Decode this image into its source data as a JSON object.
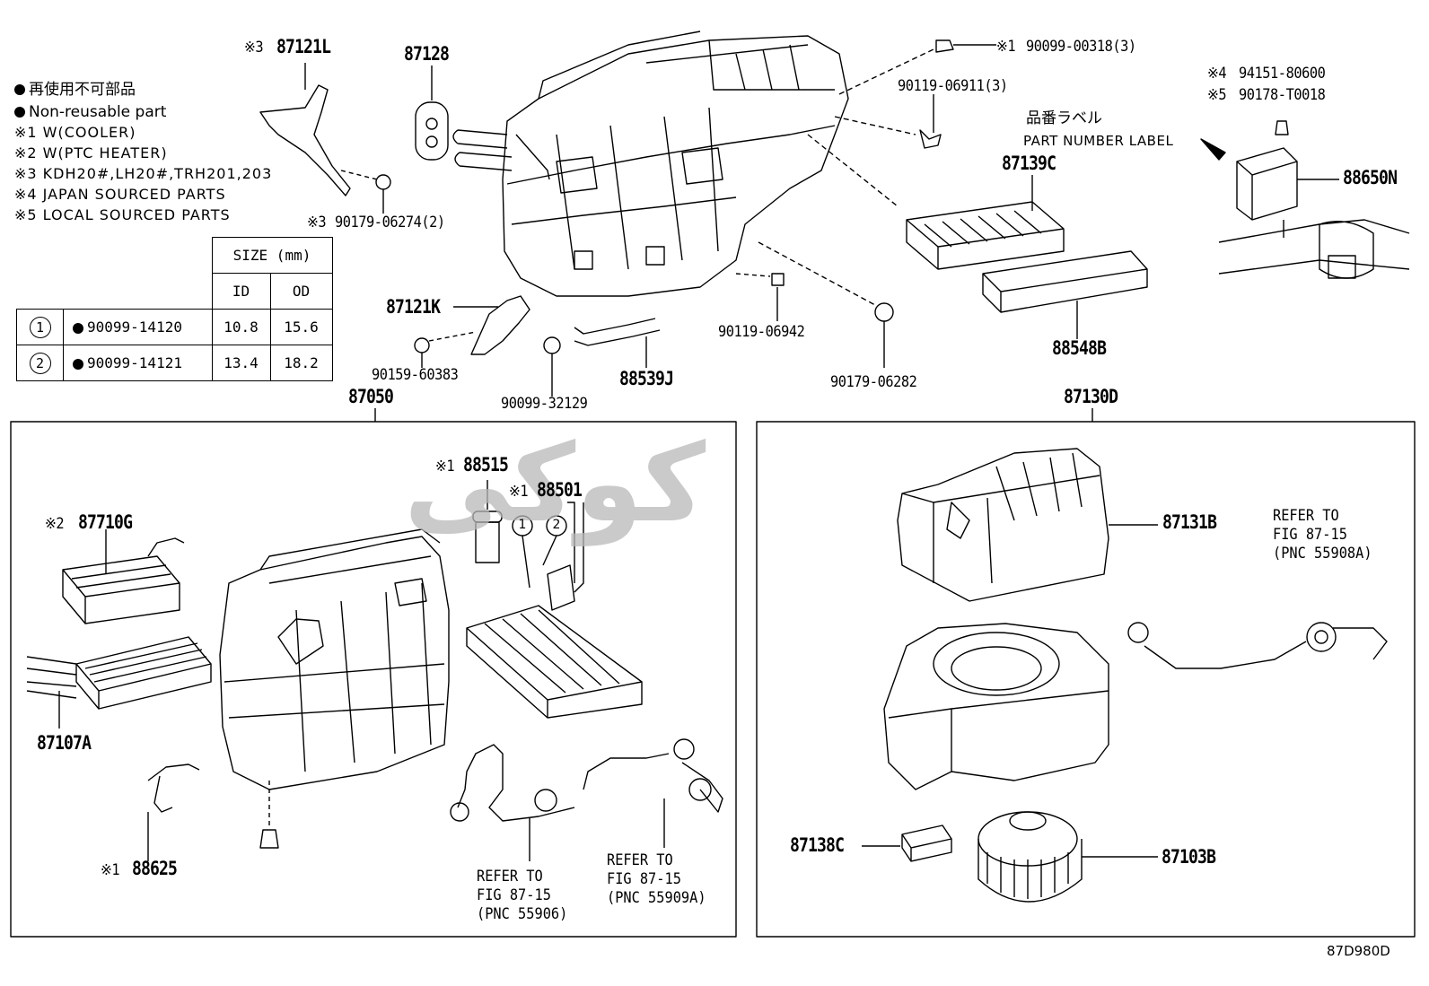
{
  "legend": {
    "line1": "再使用不可部品",
    "line2": "Non-reusable part",
    "line3": "※1 W(COOLER)",
    "line4": "※2 W(PTC HEATER)",
    "line5": "※3 KDH20#,LH20#,TRH201,203",
    "line6": "※4 JAPAN SOURCED PARTS",
    "line7": "※5 LOCAL SOURCED PARTS"
  },
  "size_table": {
    "header": "SIZE (mm)",
    "col_id": "ID",
    "col_od": "OD",
    "rows": [
      {
        "idx": "1",
        "part": "90099-14120",
        "id": "10.8",
        "od": "15.6"
      },
      {
        "idx": "2",
        "part": "90099-14121",
        "id": "13.4",
        "od": "18.2"
      }
    ]
  },
  "parts": {
    "p87121L": "87121L",
    "p87121L_mark": "※3",
    "p87128": "87128",
    "p90099_00318": "90099-00318(3)",
    "p90099_00318_mark": "※1",
    "p90119_06911": "90119-06911(3)",
    "label_jp": "品番ラベル",
    "label_en": "PART NUMBER LABEL",
    "p87139C": "87139C",
    "p94151": "94151-80600",
    "p94151_mark": "※4",
    "p90178": "90178-T0018",
    "p90178_mark": "※5",
    "p88650N": "88650N",
    "p90179_06274": "90179-06274(2)",
    "p90179_06274_mark": "※3",
    "p87121K": "87121K",
    "p90159": "90159-60383",
    "p90099_32129": "90099-32129",
    "p88539J": "88539J",
    "p90119_06942": "90119-06942",
    "p90179_06282": "90179-06282",
    "p88548B": "88548B",
    "p87050": "87050",
    "p87130D": "87130D",
    "p88515": "88515",
    "p88515_mark": "※1",
    "p88501": "88501",
    "p88501_mark": "※1",
    "p87710G": "87710G",
    "p87710G_mark": "※2",
    "p87107A": "87107A",
    "p88625": "88625",
    "p88625_mark": "※1",
    "p87131B": "87131B",
    "p87138C": "87138C",
    "p87103B": "87103B",
    "circle1": "1",
    "circle2": "2"
  },
  "refs": {
    "ref1": "REFER TO\nFIG 87-15\n(PNC 55906)",
    "ref2": "REFER TO\nFIG 87-15\n(PNC 55909A)",
    "ref3": "REFER TO\nFIG 87-15\n(PNC 55908A)"
  },
  "watermark": "کوکی",
  "diagram_code": "87D980D"
}
